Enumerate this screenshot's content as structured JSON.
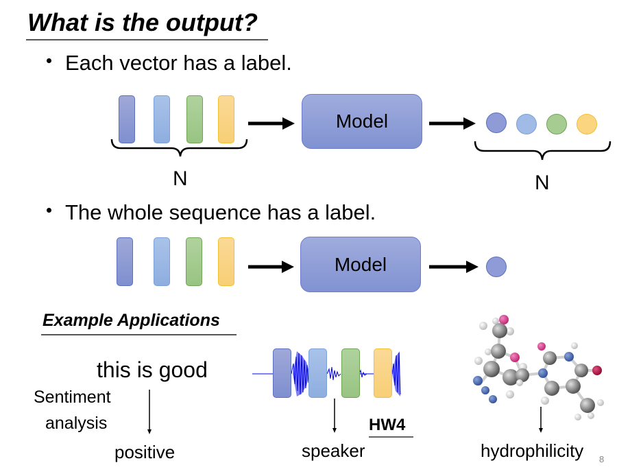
{
  "slide": {
    "title": "What is the output?",
    "page_number": "8"
  },
  "section1": {
    "bullet": "Each vector has a label.",
    "input_vectors": [
      {
        "color_name": "purple-blue",
        "fill": "#8e9bd6"
      },
      {
        "color_name": "light-blue",
        "fill": "#9fbbe6"
      },
      {
        "color_name": "green",
        "fill": "#a6cc92"
      },
      {
        "color_name": "yellow",
        "fill": "#fbd580"
      }
    ],
    "model_label": "Model",
    "input_brace_label": "N",
    "output_brace_label": "N",
    "output_labels": [
      {
        "color_name": "purple-blue",
        "fill": "#8e9bd6"
      },
      {
        "color_name": "light-blue",
        "fill": "#9fbbe6"
      },
      {
        "color_name": "green",
        "fill": "#a6cc92"
      },
      {
        "color_name": "yellow",
        "fill": "#fbd580"
      }
    ]
  },
  "section2": {
    "bullet": "The whole sequence has a label.",
    "model_label": "Model",
    "output_labels": [
      {
        "color_name": "purple-blue",
        "fill": "#8e9bd6"
      }
    ]
  },
  "examples": {
    "heading": "Example Applications",
    "sentiment": {
      "input": "this is good",
      "task_line1": "Sentiment",
      "task_line2": "analysis",
      "output": "positive"
    },
    "speaker": {
      "output": "speaker",
      "homework": "HW4"
    },
    "molecule": {
      "output": "hydrophilicity"
    }
  },
  "colors": {
    "waveform": "#0000ee",
    "arrow": "#000000",
    "model_fill": "#909ed8",
    "atom_carbon": "#8a8a8a",
    "atom_hydrogen": "#e6e6e6",
    "atom_oxygen": "#d6308a",
    "atom_nitrogen": "#3f5fa8",
    "atom_dark_red": "#b0103f"
  }
}
